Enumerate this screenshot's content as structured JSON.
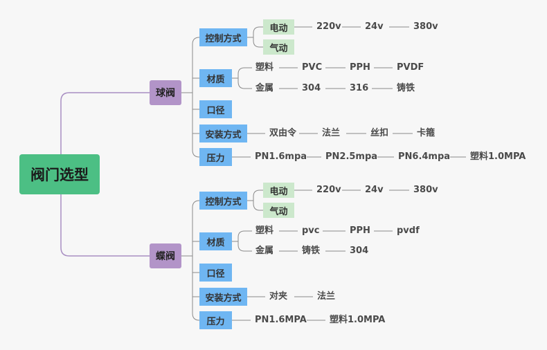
{
  "root": "阀门选型",
  "ball_valve": {
    "label": "球阀",
    "control": {
      "label": "控制方式",
      "electric": "电动",
      "electric_values": [
        "220v",
        "24v",
        "380v"
      ],
      "pneumatic": "气动"
    },
    "material": {
      "label": "材质",
      "plastic": "塑料",
      "plastic_values": [
        "PVC",
        "PPH",
        "PVDF"
      ],
      "metal": "金属",
      "metal_values": [
        "304",
        "316",
        "铸铁"
      ]
    },
    "caliber": "口径",
    "install": {
      "label": "安装方式",
      "values": [
        "双由令",
        "法兰",
        "丝扣",
        "卡箍"
      ]
    },
    "pressure": {
      "label": "压力",
      "values": [
        "PN1.6mpa",
        "PN2.5mpa",
        "PN6.4mpa",
        "塑料1.0MPA"
      ]
    }
  },
  "butterfly_valve": {
    "label": "蝶阀",
    "control": {
      "label": "控制方式",
      "electric": "电动",
      "electric_values": [
        "220v",
        "24v",
        "380v"
      ],
      "pneumatic": "气动"
    },
    "material": {
      "label": "材质",
      "plastic": "塑料",
      "plastic_values": [
        "pvc",
        "PPH",
        "pvdf"
      ],
      "metal": "金属",
      "metal_values": [
        "铸铁",
        "304"
      ]
    },
    "caliber": "口径",
    "install": {
      "label": "安装方式",
      "values": [
        "对夹",
        "法兰"
      ]
    },
    "pressure": {
      "label": "压力",
      "values": [
        "PN1.6MPA",
        "塑料1.0MPA"
      ]
    }
  }
}
